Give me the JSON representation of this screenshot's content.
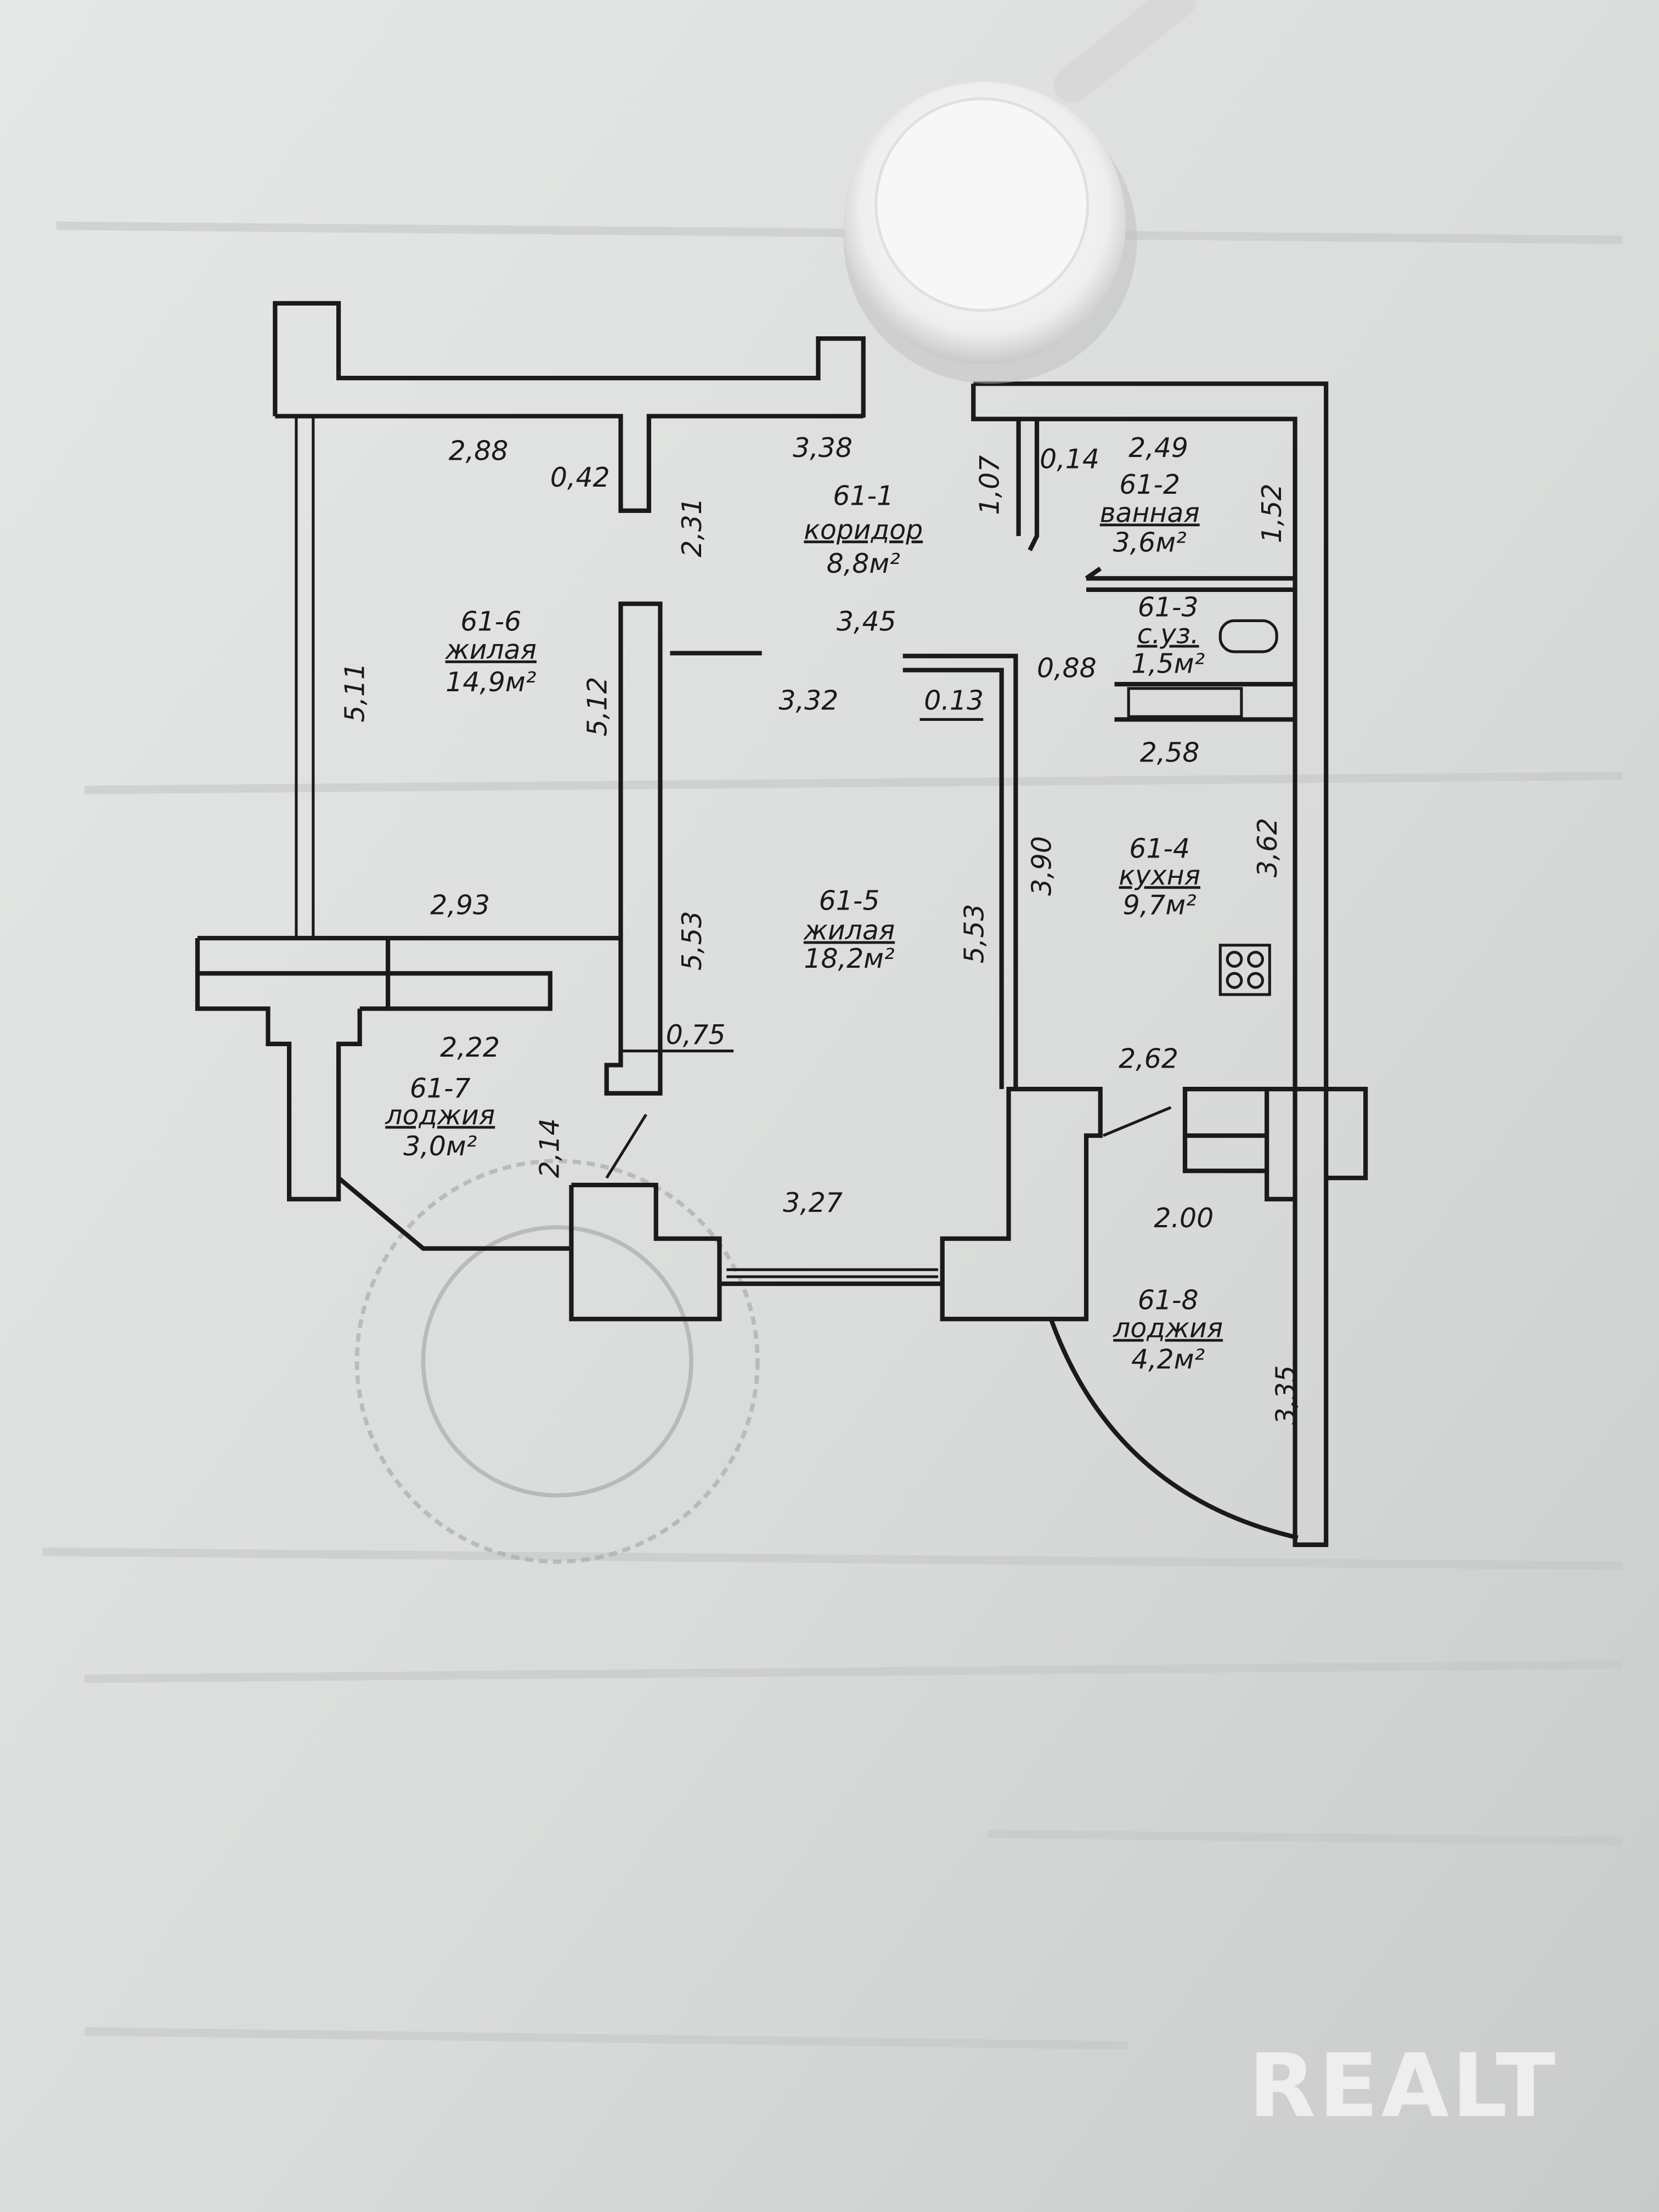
{
  "watermark": "REALT",
  "dimensions": {
    "d288": "2,88",
    "d042": "0,42",
    "d338": "3,38",
    "d231": "2,31",
    "d107": "1,07",
    "d014": "0,14",
    "d249": "2,49",
    "d152": "1,52",
    "d511": "5,11",
    "d512": "5,12",
    "d345": "3,45",
    "d332": "3,32",
    "d013": "0.13",
    "d088": "0,88",
    "d258": "2,58",
    "d362": "3,62",
    "d390": "3,90",
    "d293": "2,93",
    "d553a": "5,53",
    "d553b": "5,53",
    "d222": "2,22",
    "d075": "0,75",
    "d262": "2,62",
    "d214": "2,14",
    "d327": "3,27",
    "d200": "2.00",
    "d335": "3,35"
  },
  "rooms": [
    {
      "id": "61-1",
      "name": "коридор",
      "area": "8,8м²"
    },
    {
      "id": "61-2",
      "name": "ванная",
      "area": "3,6м²"
    },
    {
      "id": "61-3",
      "name": "с.уз.",
      "area": "1,5м²"
    },
    {
      "id": "61-4",
      "name": "кухня",
      "area": "9,7м²"
    },
    {
      "id": "61-5",
      "name": "жилая",
      "area": "18,2м²"
    },
    {
      "id": "61-6",
      "name": "жилая",
      "area": "14,9м²"
    },
    {
      "id": "61-7",
      "name": "лоджия",
      "area": "3,0м²"
    },
    {
      "id": "61-8",
      "name": "лоджия",
      "area": "4,2м²"
    }
  ]
}
